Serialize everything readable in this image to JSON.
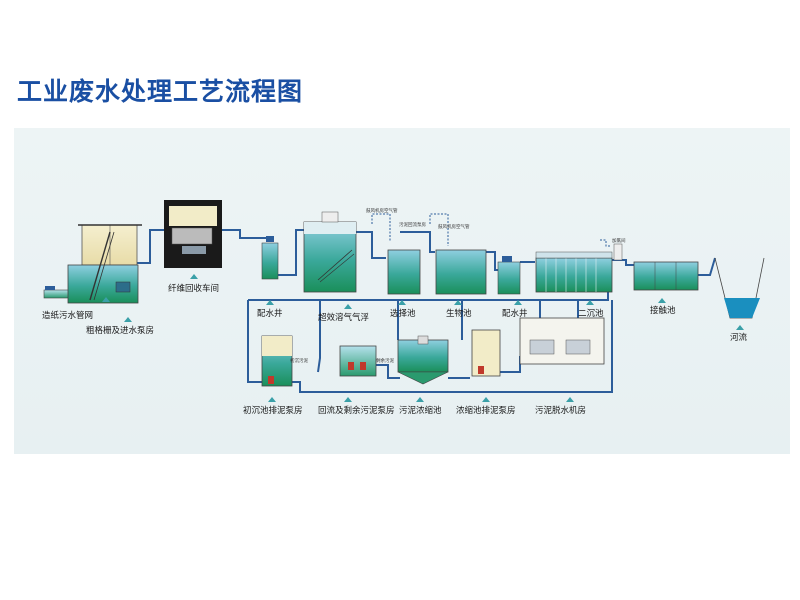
{
  "title": "工业废水处理工艺流程图",
  "colors": {
    "title": "#1a4fa3",
    "pipe": "#2c5d9a",
    "water_top": "#7ec3d8",
    "water_bottom": "#1a8f5a",
    "tank_top": "#f2ecc8"
  },
  "labels": {
    "sewer": "造纸污水管网",
    "screen": "粗格栅及进水泵房",
    "fiber": "纤维回收车间",
    "dist1": "配水井",
    "daf": "超效溶气气浮",
    "select": "选择池",
    "bio": "生物池",
    "dist2": "配水井",
    "clar2": "二沉池",
    "contact": "接触池",
    "river": "河流",
    "prim_pump": "初沉池排泥泵房",
    "return_pump": "回流及剩余污泥泵房",
    "thickener": "污泥浓缩池",
    "thick_pump": "浓缩池排泥泵房",
    "dewater": "污泥脱水机房"
  },
  "notes": {
    "n1": "鼓风机房空气管",
    "n2": "污泥回流泵房",
    "n3": "鼓风机房空气管",
    "n4": "加氯间",
    "n5": "初沉污泥",
    "n6": "剩余污泥"
  }
}
